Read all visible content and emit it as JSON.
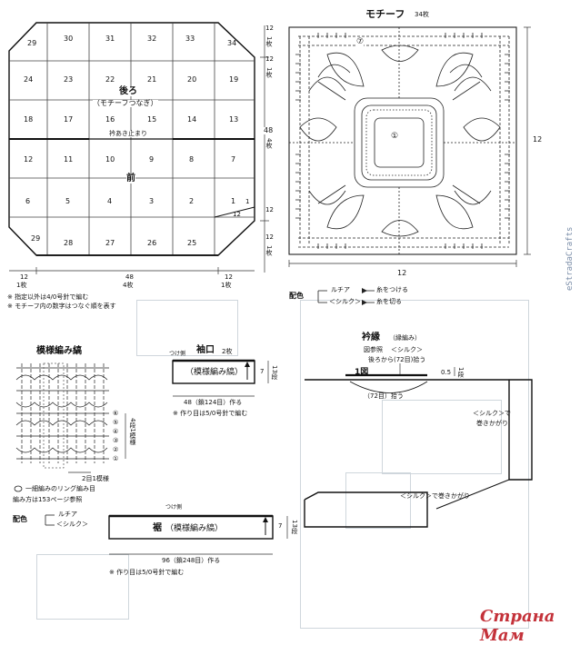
{
  "layout_grid": {
    "row1": [
      "29",
      "30",
      "31",
      "32",
      "33",
      "34"
    ],
    "row2": [
      "24",
      "23",
      "22",
      "21",
      "20",
      "19"
    ],
    "row3": [
      "18",
      "17",
      "16",
      "15",
      "14",
      "13"
    ],
    "row4": [
      "12",
      "11",
      "10",
      "9",
      "8",
      "7"
    ],
    "row5": [
      "6",
      "5",
      "4",
      "3",
      "2",
      "1"
    ],
    "row6": [
      "29",
      "28",
      "27",
      "26",
      "25"
    ],
    "back_label": "後ろ",
    "back_sub": "（モチーフつなぎ）",
    "opening_label": "衿あき止まり",
    "front_label": "前",
    "right_dims": [
      "12",
      "1枚",
      "12",
      "1枚",
      "48",
      "4枚",
      "12",
      "12",
      "1枚"
    ],
    "right_marks": [
      "1",
      "12"
    ],
    "bottom_dims": [
      "12",
      "1枚",
      "48",
      "4枚",
      "12",
      "1枚"
    ],
    "notes": [
      "※ 指定以外は4/0号針で編む",
      "※ モチーフ内の数字はつなぐ順を表す"
    ]
  },
  "motif": {
    "title": "モチーフ",
    "count": "34枚",
    "center": "①",
    "mark": "⑦",
    "size_right": "12",
    "size_bottom": "12",
    "color_label": "配色",
    "legend": [
      {
        "yarn": "ルチア",
        "note": "糸をつける"
      },
      {
        "yarn": "＜シルク＞",
        "note": "糸を切る"
      }
    ]
  },
  "pattern_stripe": {
    "title": "模様編み縞",
    "row_marks": [
      "⑥",
      "⑤",
      "④",
      "③",
      "②",
      "①"
    ],
    "side_label": "4段1模様",
    "bottom_label": "2目1模様",
    "ring_legend": "一細編みのリング編み目",
    "ref_note": "編み方は153ページ参照",
    "color_label": "配色",
    "legend": [
      "ルチア",
      "＜シルク＞"
    ]
  },
  "cuff": {
    "title": "袖口",
    "count": "2枚",
    "attach": "つけ側",
    "body": "（模様編み縞）",
    "height": "7",
    "rows": "13段",
    "width": "48（鎖124目）作る",
    "note": "※ 作り目は5/0号針で編む"
  },
  "hem": {
    "title": "裾",
    "body": "（模様編み縞）",
    "attach": "つけ側",
    "height": "7",
    "rows": "13段",
    "width": "96（鎖248目）作る",
    "note": "※ 作り目は5/0号針で編む"
  },
  "collar": {
    "title": "衿縁",
    "method": "（縁編み）",
    "ref": "図参照",
    "yarn": "＜シルク＞",
    "pick": "後ろから(72目)拾う",
    "fig_label": "1図",
    "w1": "0.5",
    "rows1": "1段",
    "pick2": "（72目）拾う",
    "silk_side": "＜シルク＞で",
    "silk_side2": "巻きかがり",
    "silk_bottom": "＜シルク＞で巻きかがり"
  },
  "watermarks": {
    "brand": "Страна Мам",
    "vertical": "eStradaCrafts"
  }
}
